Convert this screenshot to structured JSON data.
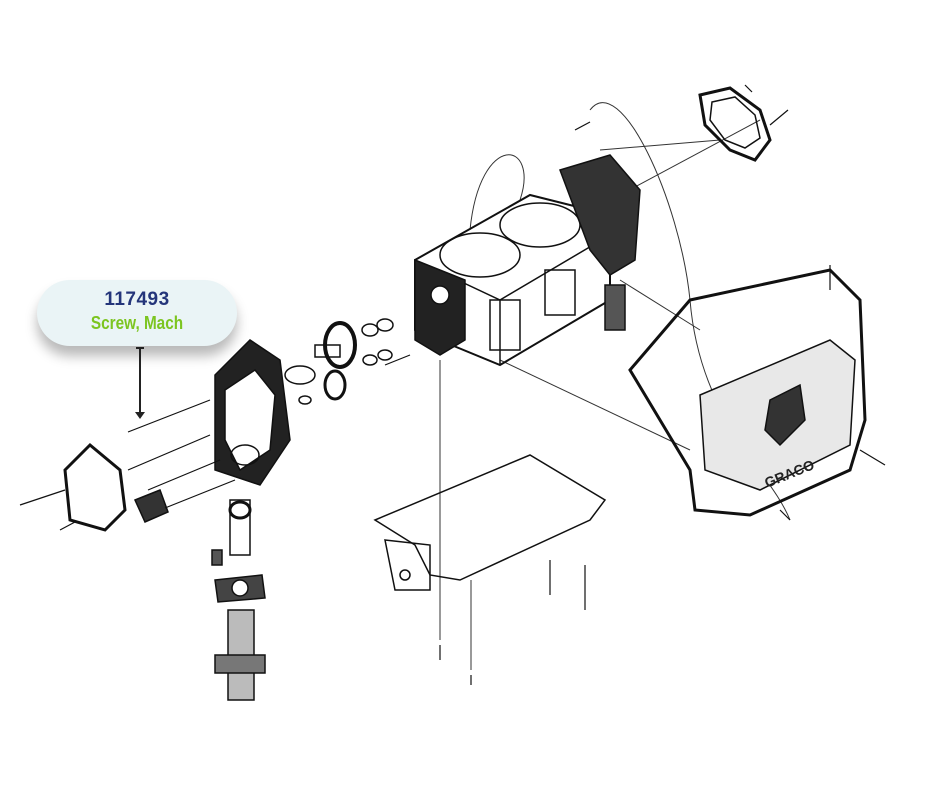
{
  "callout": {
    "part_number": "117493",
    "description": "Screw, Mach",
    "number_color": "#24357a",
    "description_color": "#7cc520"
  },
  "diagram": {
    "logo_text": "GRACO"
  }
}
